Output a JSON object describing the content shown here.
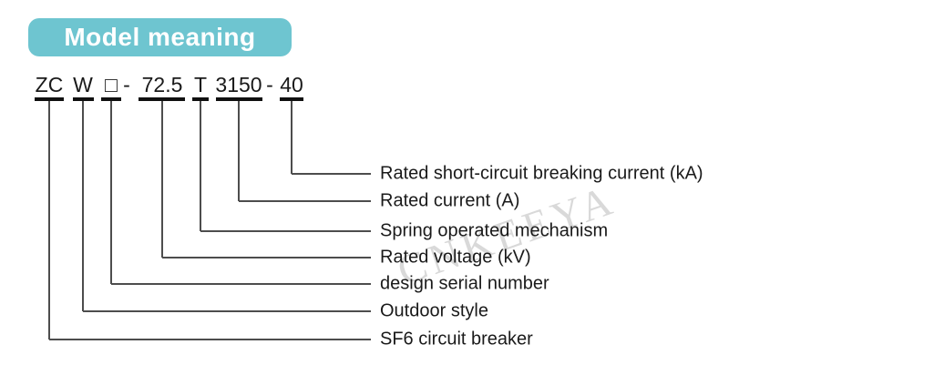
{
  "title": {
    "label": "Model meaning"
  },
  "model": {
    "full_code": "ZC W □ - 72.5 T 3150 - 40",
    "segments": [
      {
        "code": "ZC",
        "meaning": "SF6 circuit breaker"
      },
      {
        "code": "W",
        "meaning": "Outdoor style"
      },
      {
        "code": "□",
        "meaning": "design serial number"
      },
      {
        "code": "72.5",
        "meaning": "Rated voltage (kV)"
      },
      {
        "code": "T",
        "meaning": "Spring operated mechanism"
      },
      {
        "code": "3150",
        "meaning": "Rated current (A)"
      },
      {
        "code": "40",
        "meaning": "Rated short-circuit breaking current (kA)"
      }
    ],
    "separators": [
      "-",
      "-"
    ]
  },
  "watermark": {
    "text": "CNKEEYA"
  },
  "colors": {
    "badge_bg": "#6ec5d0",
    "badge_text": "#ffffff",
    "text": "#1a1a1a",
    "underline": "#111111",
    "connector_line": "#4d4d4d",
    "watermark": "#d9d9d9"
  }
}
